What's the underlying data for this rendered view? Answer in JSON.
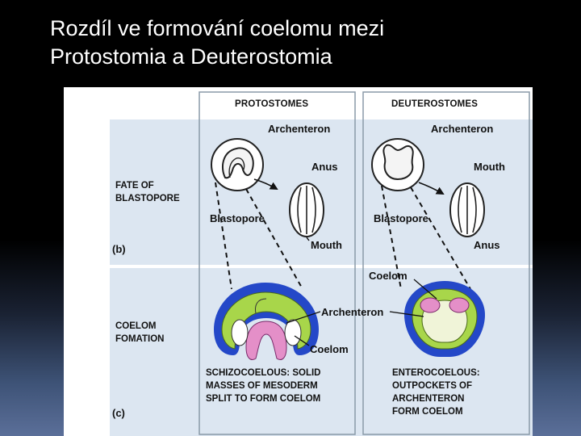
{
  "title": {
    "line1": "Rozdíl ve formování coelomu mezi",
    "line2": "Protostomia a Deuterostomia"
  },
  "figure": {
    "headers": {
      "protostomes": "PROTOSTOMES",
      "deuterostomes": "DEUTEROSTOMES"
    },
    "row_b": {
      "side_label_1": "FATE OF",
      "side_label_2": "BLASTOPORE",
      "panel_letter": "(b)",
      "proto": {
        "archenteron": "Archenteron",
        "anus": "Anus",
        "blastopore": "Blastopore",
        "mouth": "Mouth"
      },
      "deutero": {
        "archenteron": "Archenteron",
        "mouth": "Mouth",
        "blastopore": "Blastopore",
        "anus": "Anus"
      }
    },
    "row_c": {
      "side_label_1": "COELOM",
      "side_label_2": "FOMATION",
      "panel_letter": "(c)",
      "coelom_top": "Coelom",
      "archenteron": "Archenteron",
      "coelom_bottom": "Coelom",
      "proto_caption": [
        "SCHIZOCOELOUS: SOLID",
        "MASSES OF MESODERM",
        "SPLIT TO FORM COELOM"
      ],
      "deutero_caption": [
        "ENTEROCOELOUS:",
        "OUTPOCKETS OF",
        "ARCHENTERON",
        "FORM COELOM"
      ]
    },
    "colors": {
      "row_band": "#dce6f1",
      "ectoderm": "#2448c8",
      "mesoderm": "#a8d64a",
      "endoderm": "#e48fc8",
      "column_border": "#8a9aa8"
    }
  }
}
